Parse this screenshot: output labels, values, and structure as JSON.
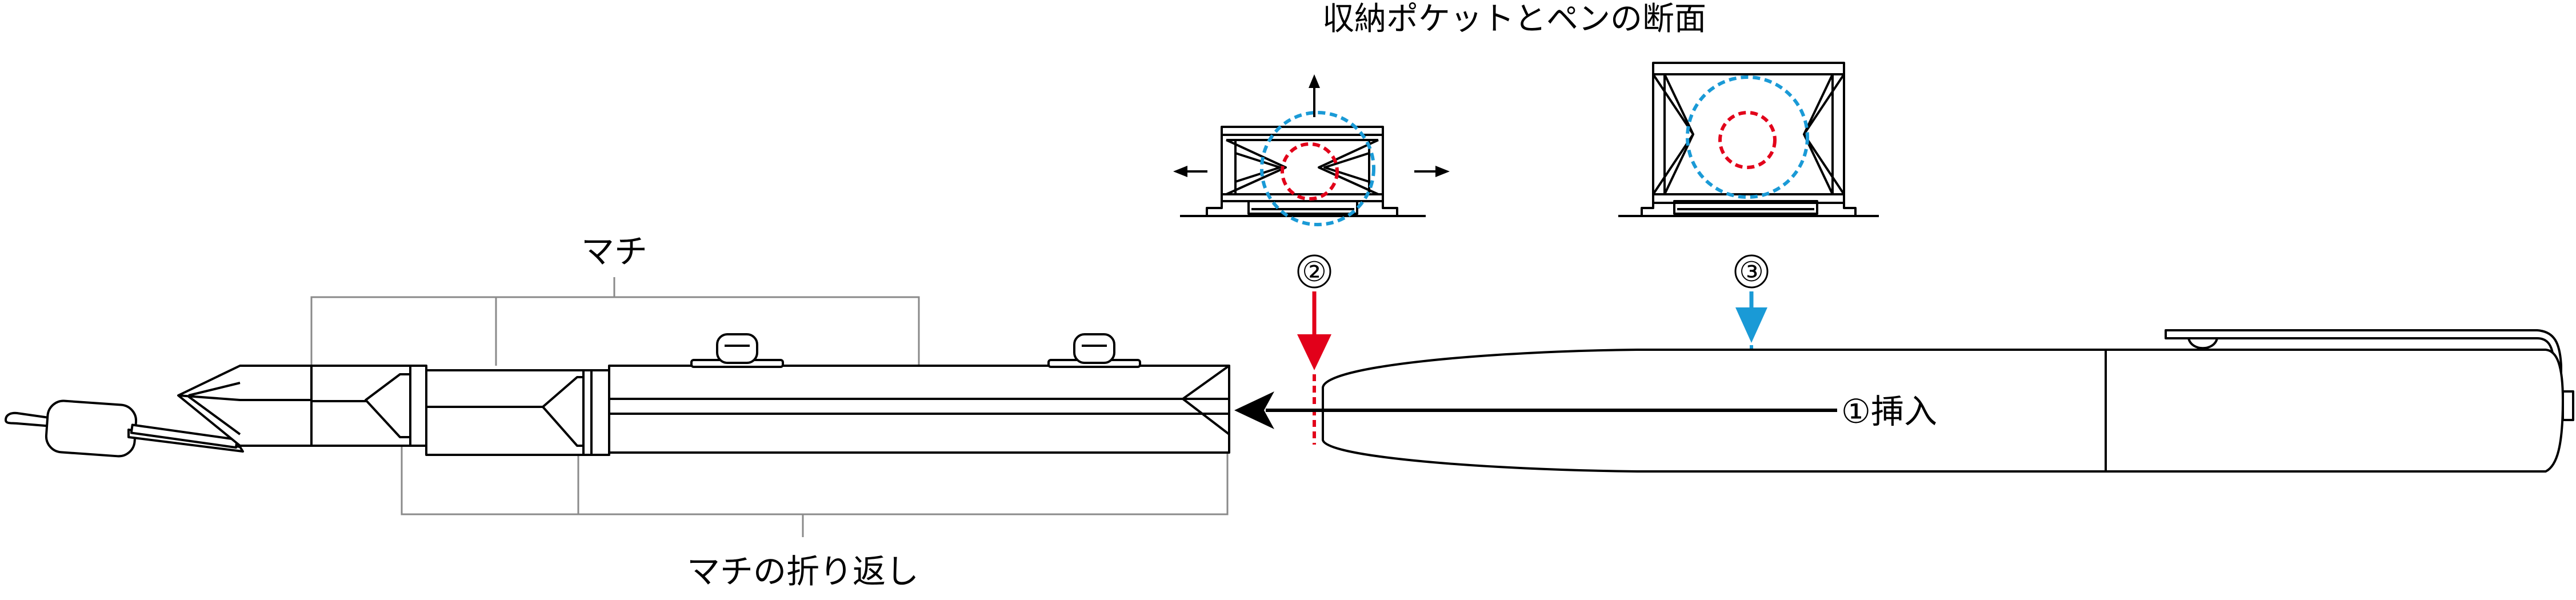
{
  "title": "収納ポケットとペンの断面",
  "labels": {
    "gusset": "マチ",
    "gusset_fold": "マチの折り返し",
    "insert": "①挿入",
    "marker_2": "②",
    "marker_3": "③"
  },
  "colors": {
    "line": "#000000",
    "bracket": "#8a8a8a",
    "red": "#e2001a",
    "blue": "#1a9ad6"
  }
}
